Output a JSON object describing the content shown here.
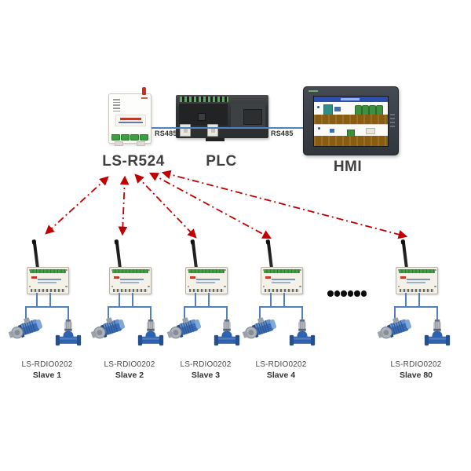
{
  "labels": {
    "master": "LS-R524",
    "plc": "PLC",
    "hmi": "HMI",
    "rs485_left": "RS485",
    "rs485_right": "RS485"
  },
  "slaves": [
    {
      "model": "LS-RDIO0202",
      "name": "Slave 1"
    },
    {
      "model": "LS-RDIO0202",
      "name": "Slave 2"
    },
    {
      "model": "LS-RDIO0202",
      "name": "Slave 3"
    },
    {
      "model": "LS-RDIO0202",
      "name": "Slave 4"
    },
    {
      "model": "LS-RDIO0202",
      "name": "Slave 80"
    }
  ],
  "continuation_dots": 6,
  "colors": {
    "arrow_red": "#c00000",
    "wire_blue": "#4f81bd",
    "terminal_green": "#3d9e42",
    "label_text": "#3f3f3f"
  }
}
